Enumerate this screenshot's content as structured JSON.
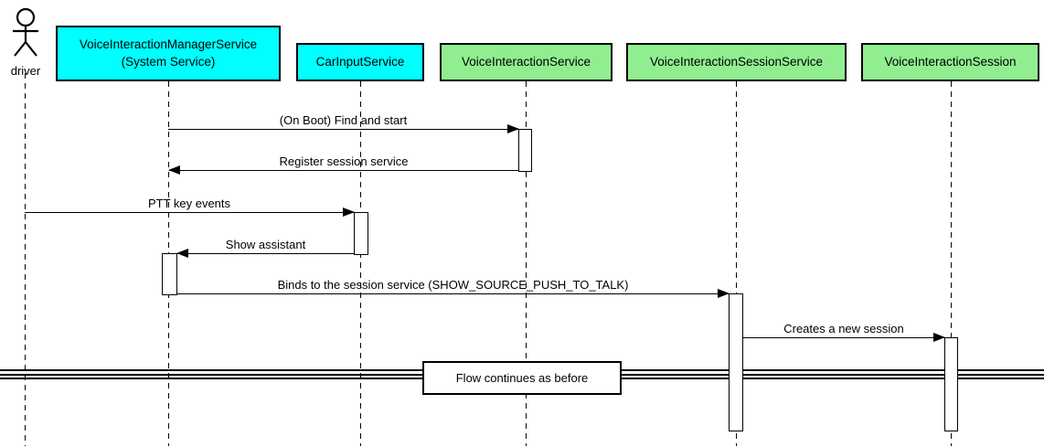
{
  "diagram": {
    "type": "uml-sequence-diagram",
    "background_color": "#FFFFFF",
    "line_color": "#000000",
    "actor": {
      "name": "driver",
      "icon": "stick-figure-actor-icon"
    },
    "participants": [
      {
        "label": "VoiceInteractionManagerService",
        "sublabel": "(System Service)",
        "color": "#00FFFF"
      },
      {
        "label": "CarInputService",
        "color": "#00FFFF"
      },
      {
        "label": "VoiceInteractionService",
        "color": "#90EE90"
      },
      {
        "label": "VoiceInteractionSessionService",
        "color": "#90EE90"
      },
      {
        "label": "VoiceInteractionSession",
        "color": "#90EE90"
      }
    ],
    "messages": [
      {
        "label": "(On Boot) Find and start",
        "from": "VoiceInteractionManagerService",
        "to": "VoiceInteractionService",
        "direction": "right"
      },
      {
        "label": "Register session service",
        "from": "VoiceInteractionService",
        "to": "VoiceInteractionManagerService",
        "direction": "left"
      },
      {
        "label": "PTT key events",
        "from": "driver",
        "to": "CarInputService",
        "direction": "right"
      },
      {
        "label": "Show assistant",
        "from": "CarInputService",
        "to": "VoiceInteractionManagerService",
        "direction": "left"
      },
      {
        "label": "Binds to the session service (SHOW_SOURCE_PUSH_TO_TALK)",
        "from": "VoiceInteractionManagerService",
        "to": "VoiceInteractionSessionService",
        "direction": "right"
      },
      {
        "label": "Creates a new session",
        "from": "VoiceInteractionSessionService",
        "to": "VoiceInteractionSession",
        "direction": "right"
      }
    ],
    "divider": {
      "label": "Flow continues as before"
    }
  }
}
